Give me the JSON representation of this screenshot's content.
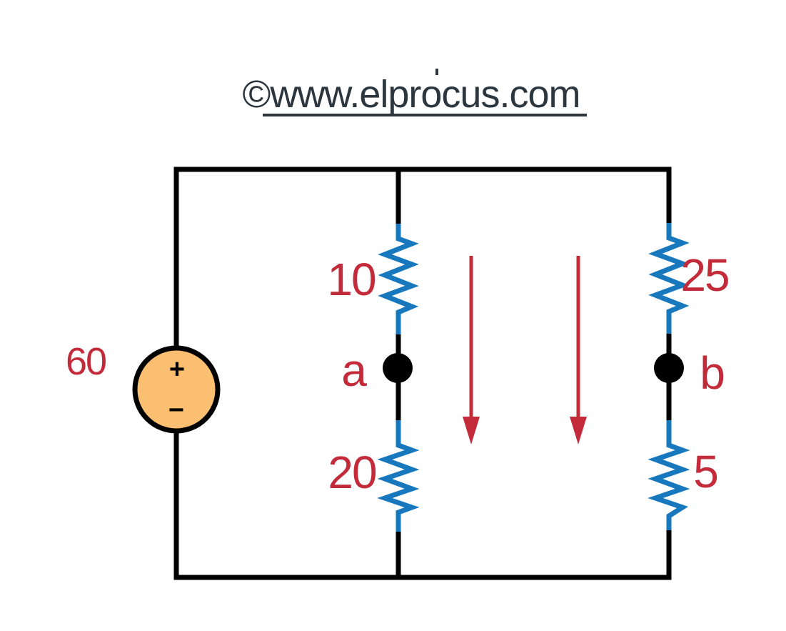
{
  "watermark": {
    "text": "©www.elprocus.com"
  },
  "circuit": {
    "voltage_source": {
      "value": "60",
      "plus": "+",
      "minus": "−"
    },
    "resistors": [
      {
        "id": "middle-top",
        "value": "10"
      },
      {
        "id": "middle-bottom",
        "value": "20"
      },
      {
        "id": "right-top",
        "value": "25"
      },
      {
        "id": "right-bottom",
        "value": "5"
      }
    ],
    "nodes": [
      {
        "id": "a",
        "label": "a"
      },
      {
        "id": "b",
        "label": "b"
      }
    ],
    "current_arrows": {
      "count": 2,
      "direction": "down"
    }
  },
  "colors": {
    "background": "#FFFFFF",
    "wire": "#000000",
    "blue": "#1878BE",
    "red": "#C32B3A",
    "orange": "#FABF70",
    "ink": "#2C363E"
  }
}
